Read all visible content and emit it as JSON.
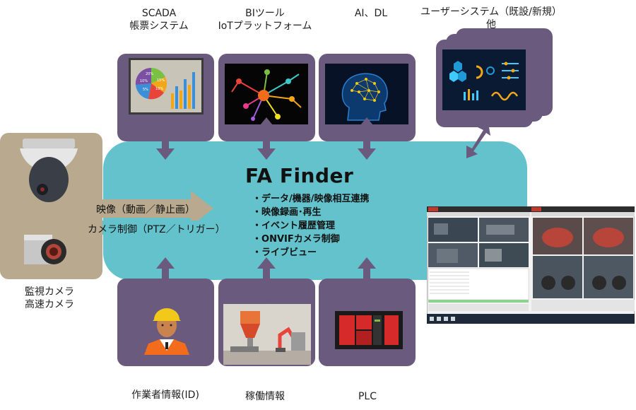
{
  "labels": {
    "scada": [
      "SCADA",
      "帳票システム"
    ],
    "bi": [
      "BIツール",
      "IoTプラットフォーム"
    ],
    "ai": [
      "AI、DL"
    ],
    "user_system": [
      "ユーザーシステム（既設/新規）",
      "他"
    ],
    "camera": [
      "監視カメラ",
      "高速カメラ"
    ],
    "worker": "作業者情報(ID)",
    "operation": "稼働情報",
    "plc": "PLC"
  },
  "hub": {
    "title": "FA Finder",
    "features": [
      "データ/機器/映像相互連携",
      "映像録画･再生",
      "イベント履歴管理",
      "ONVIFカメラ制御",
      "ライブビュー"
    ]
  },
  "camera_flows": {
    "video": "映像（動画／静止画）",
    "control": "カメラ制御（PTZ／トリガー）"
  },
  "pie_chart_text": [
    "20%",
    "15%",
    "10%",
    "5%",
    "10%"
  ],
  "colors": {
    "hub": "#63c2cb",
    "tile": "#6a5a7d",
    "arrow_purple": "#6a5a7d",
    "arrow_tan": "#b9aa8f",
    "arrow_teal": "#63c2cb",
    "camera_panel": "#b9aa8f"
  }
}
